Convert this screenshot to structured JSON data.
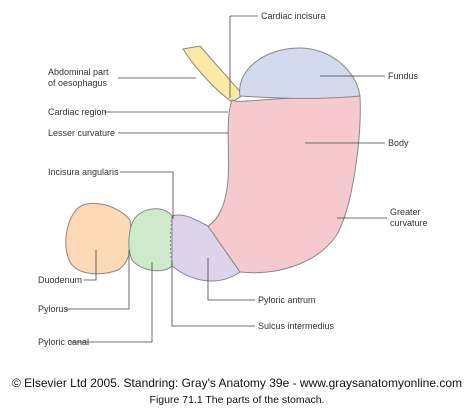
{
  "labels": {
    "cardiac_incisura": "Cardiac incisura",
    "abdominal_oesophagus_line1": "Abdominal part",
    "abdominal_oesophagus_line2": "of oesophagus",
    "cardiac_region": "Cardiac region",
    "lesser_curvature": "Lesser curvature",
    "incisura_angularis": "Incisura angularis",
    "fundus": "Fundus",
    "body": "Body",
    "greater_curvature_line1": "Greater",
    "greater_curvature_line2": "curvature",
    "duodenum": "Duodenum",
    "pylorus": "Pylorus",
    "pyloric_canal": "Pyloric canal",
    "pyloric_antrum": "Pyloric antrum",
    "sulcus_intermedius": "Sulcus intermedius"
  },
  "copyright": "© Elsevier Ltd 2005. Standring: Gray's Anatomy 39e - www.graysanatomyonline.com",
  "caption": "Figure 71.1 The parts of the stomach.",
  "colors": {
    "oesophagus": "#fbe9a6",
    "fundus": "#d3daf0",
    "body": "#f6c9cf",
    "antrum": "#ddd4ec",
    "pyloric_canal": "#cfeacb",
    "duodenum": "#fdd9b5",
    "outline": "#888888"
  }
}
